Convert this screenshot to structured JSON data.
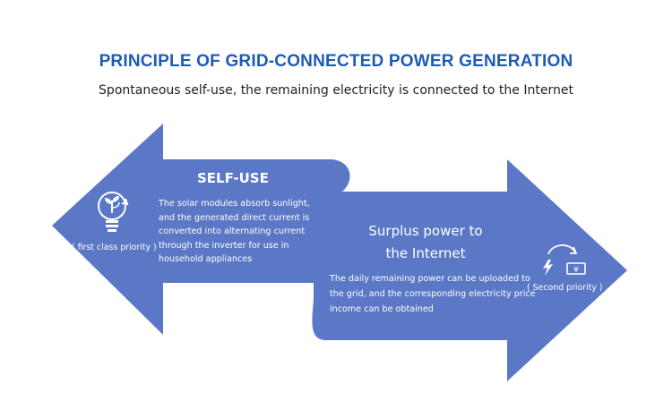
{
  "header": {
    "title": "PRINCIPLE OF GRID-CONNECTED POWER GENERATION",
    "subtitle": "Spontaneous self-use, the remaining electricity is connected to the Internet"
  },
  "self_use": {
    "heading": "SELF-USE",
    "body": "The solar modules absorb sunlight, and the generated direct current is converted into alternating current through the inverter for  use in household appliances",
    "priority": "( first class priority )",
    "icon": "lightbulb-plant-icon"
  },
  "surplus": {
    "heading_line1": "Surplus power to",
    "heading_line2": "the Internet",
    "body": "The daily remaining power can be uploaded to the grid, and the corresponding electricity price income can be obtained",
    "priority": "( Second priority )",
    "icon": "power-to-money-cycle-icon"
  },
  "colors": {
    "arrow": "#5b78c6",
    "title": "#1e5bb8"
  }
}
